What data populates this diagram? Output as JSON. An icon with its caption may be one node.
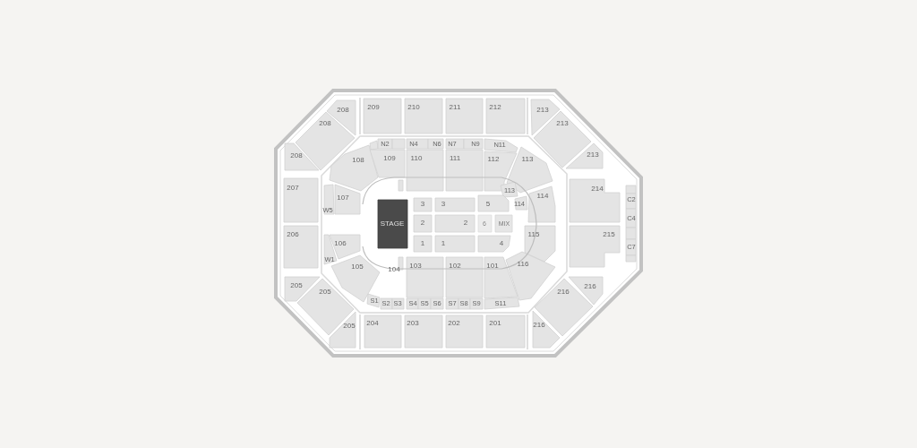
{
  "diagram": {
    "nodes": [
      {
        "text": [
          "208"
        ]
      },
      {
        "text": [
          "208"
        ]
      },
      {
        "text": [
          "208"
        ]
      },
      {
        "text": [
          "209"
        ]
      },
      {
        "text": [
          "210"
        ]
      },
      {
        "text": [
          "211"
        ]
      },
      {
        "text": [
          "212"
        ]
      },
      {
        "text": [
          "213"
        ]
      },
      {
        "text": [
          "213"
        ]
      },
      {
        "text": [
          "213"
        ]
      },
      {
        "text": [],
        "shape": "box"
      },
      {
        "text": [
          "N2"
        ]
      },
      {
        "text": [],
        "shape": "box"
      },
      {
        "text": [
          "N4"
        ]
      },
      {
        "text": [
          "N6"
        ]
      },
      {
        "text": [
          "N7"
        ]
      },
      {
        "text": [
          "N9"
        ]
      },
      {
        "text": [
          "N11"
        ]
      },
      {
        "text": [
          "108"
        ]
      },
      {
        "text": [
          "109"
        ]
      },
      {
        "text": [
          "110"
        ]
      },
      {
        "text": [
          "111"
        ]
      },
      {
        "text": [
          "112"
        ]
      },
      {
        "text": [
          "113"
        ]
      },
      {
        "text": [],
        "shape": "box"
      },
      {
        "text": [
          "207"
        ]
      },
      {
        "text": [
          "107"
        ]
      },
      {
        "text": [
          "113"
        ]
      },
      {
        "text": [
          "214"
        ]
      },
      {
        "text": [],
        "shape": "box"
      },
      {
        "text": [
          "C2"
        ]
      },
      {
        "text": [
          "W5"
        ]
      },
      {
        "text": [
          "114"
        ]
      },
      {
        "text": [
          "114"
        ]
      },
      {
        "text": [
          "STAGE"
        ]
      },
      {
        "text": [
          "3"
        ]
      },
      {
        "text": [
          "3"
        ]
      },
      {
        "text": [
          "5"
        ]
      },
      {
        "text": [
          "2"
        ]
      },
      {
        "text": [
          "2"
        ]
      },
      {
        "text": [
          "6"
        ]
      },
      {
        "text": [
          "MIX"
        ]
      },
      {
        "text": [
          "C4"
        ]
      },
      {
        "text": [
          "206"
        ]
      },
      {
        "text": [
          "215"
        ]
      },
      {
        "text": [],
        "shape": "box"
      },
      {
        "text": [
          "106"
        ]
      },
      {
        "text": [
          "115"
        ]
      },
      {
        "text": [
          "1"
        ]
      },
      {
        "text": [
          "1"
        ]
      },
      {
        "text": [
          "4"
        ]
      },
      {
        "text": [
          "C7"
        ]
      },
      {
        "text": [],
        "shape": "box"
      },
      {
        "text": [
          "W1"
        ]
      },
      {
        "text": [
          "105"
        ]
      },
      {
        "text": [
          "104"
        ]
      },
      {
        "text": [
          "103"
        ]
      },
      {
        "text": [
          "102"
        ]
      },
      {
        "text": [
          "101"
        ]
      },
      {
        "text": [
          "116"
        ]
      },
      {
        "text": [
          "S1"
        ]
      },
      {
        "text": [
          "S2"
        ]
      },
      {
        "text": [
          "S3"
        ]
      },
      {
        "text": [
          "S4"
        ]
      },
      {
        "text": [
          "S5"
        ]
      },
      {
        "text": [
          "S6"
        ]
      },
      {
        "text": [
          "S7"
        ]
      },
      {
        "text": [
          "S8"
        ]
      },
      {
        "text": [
          "S9"
        ]
      },
      {
        "text": [
          "S11"
        ]
      },
      {
        "text": [
          "205"
        ]
      },
      {
        "text": [
          "216"
        ]
      },
      {
        "text": [
          "205"
        ]
      },
      {
        "text": [
          "216"
        ]
      },
      {
        "text": [
          "205"
        ]
      },
      {
        "text": [
          "204"
        ]
      },
      {
        "text": [
          "203"
        ]
      },
      {
        "text": [
          "202"
        ]
      },
      {
        "text": [
          "201"
        ]
      },
      {
        "text": [
          "216"
        ]
      }
    ]
  }
}
